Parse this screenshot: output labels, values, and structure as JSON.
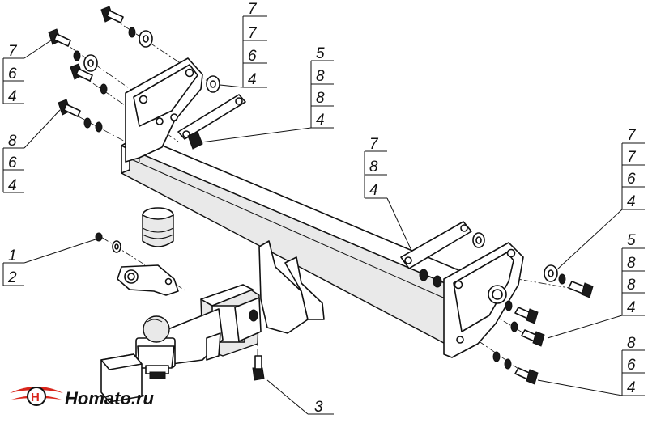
{
  "callouts": [
    {
      "id": "tl-upper",
      "values": [
        "7",
        "7",
        "6",
        "4"
      ]
    },
    {
      "id": "tl-left",
      "values": [
        "7",
        "6",
        "4"
      ]
    },
    {
      "id": "tl-bolt",
      "values": [
        "5",
        "8",
        "8",
        "4"
      ]
    },
    {
      "id": "ml-left",
      "values": [
        "8",
        "6",
        "4"
      ]
    },
    {
      "id": "mid-plate",
      "values": [
        "7",
        "8",
        "4"
      ]
    },
    {
      "id": "r-upper",
      "values": [
        "7",
        "7",
        "6",
        "4"
      ]
    },
    {
      "id": "r-mid",
      "values": [
        "5",
        "8",
        "8",
        "4"
      ]
    },
    {
      "id": "r-low",
      "values": [
        "8",
        "6",
        "4"
      ]
    },
    {
      "id": "ball",
      "values": [
        "1",
        "2"
      ]
    },
    {
      "id": "bottom",
      "values": [
        "3"
      ]
    }
  ],
  "logo": {
    "text": "Homato.ru",
    "icon": "homato-wing-logo-icon"
  }
}
